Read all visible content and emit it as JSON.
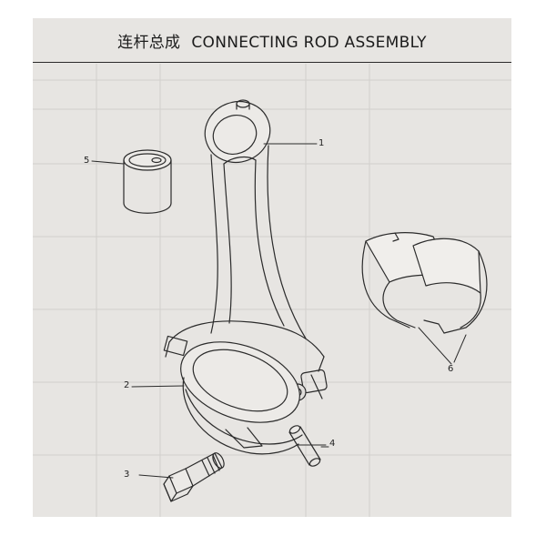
{
  "title": {
    "chinese": "连杆总成",
    "english": "CONNECTING ROD ASSEMBLY"
  },
  "callouts": {
    "rod": "1",
    "cap": "2",
    "cap_bolt": "3",
    "dowel_pin": "4",
    "small_end_bushing": "5",
    "bearing_shells": "6"
  }
}
